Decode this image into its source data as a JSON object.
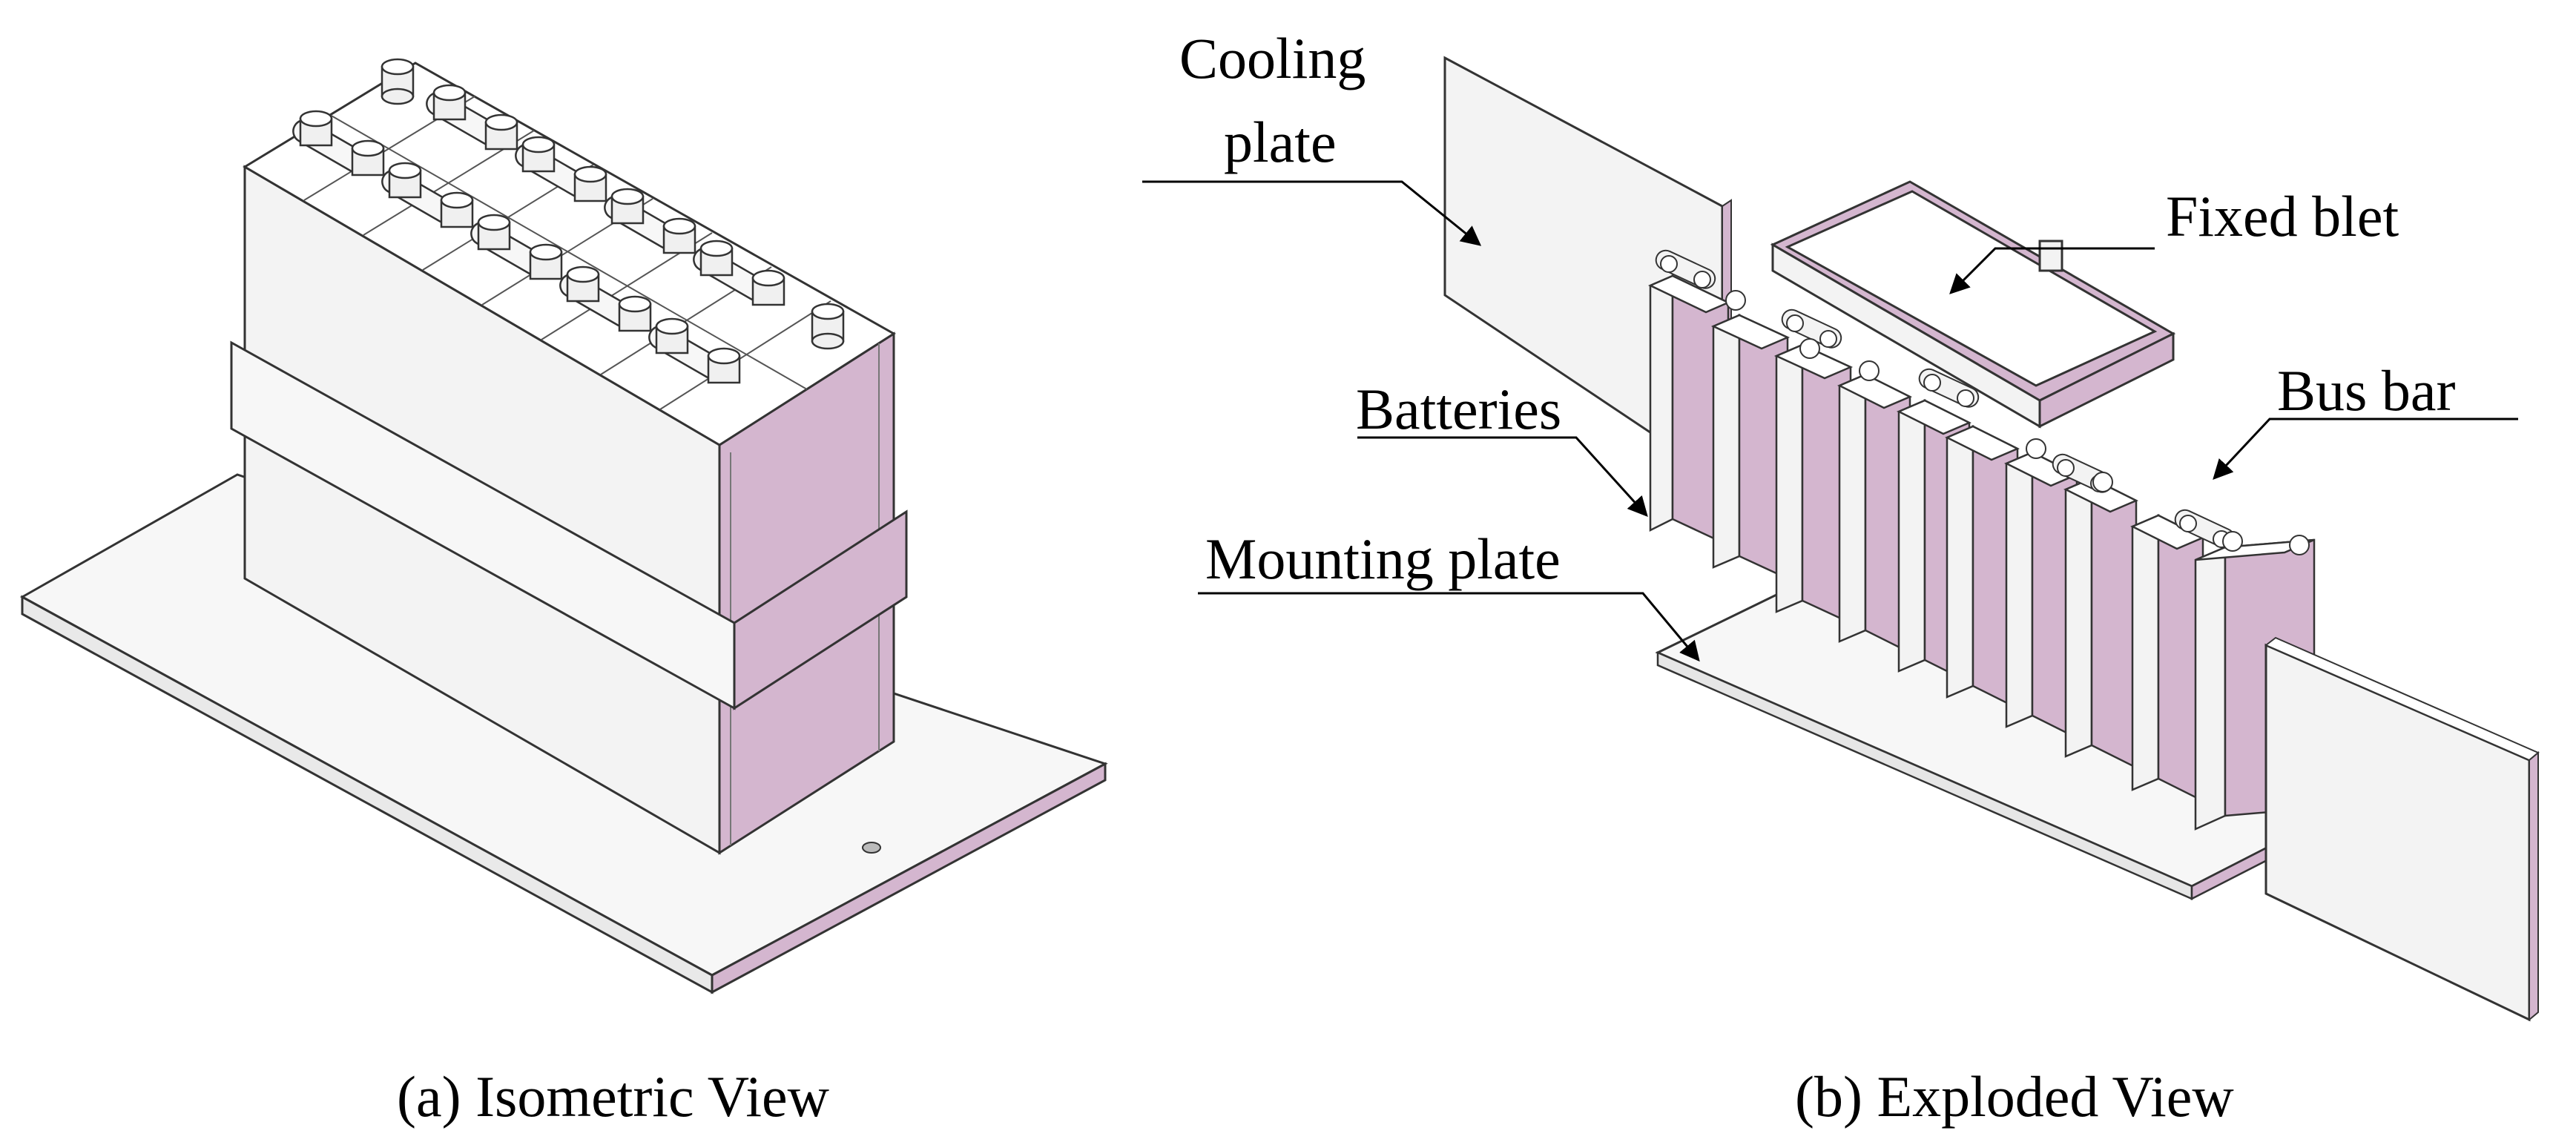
{
  "captions": {
    "left": "(a) Isometric View",
    "right": "(b) Exploded View"
  },
  "labels": {
    "cooling_plate_line1": "Cooling",
    "cooling_plate_line2": "plate",
    "fixed_belt": "Fixed blet",
    "batteries": "Batteries",
    "bus_bar": "Bus bar",
    "mounting_plate": "Mounting plate"
  },
  "colors": {
    "face_light": "#f2f2f2",
    "face_top": "#ffffff",
    "face_pink": "#d4b6cf",
    "stroke": "#333333",
    "leader": "#000000"
  }
}
